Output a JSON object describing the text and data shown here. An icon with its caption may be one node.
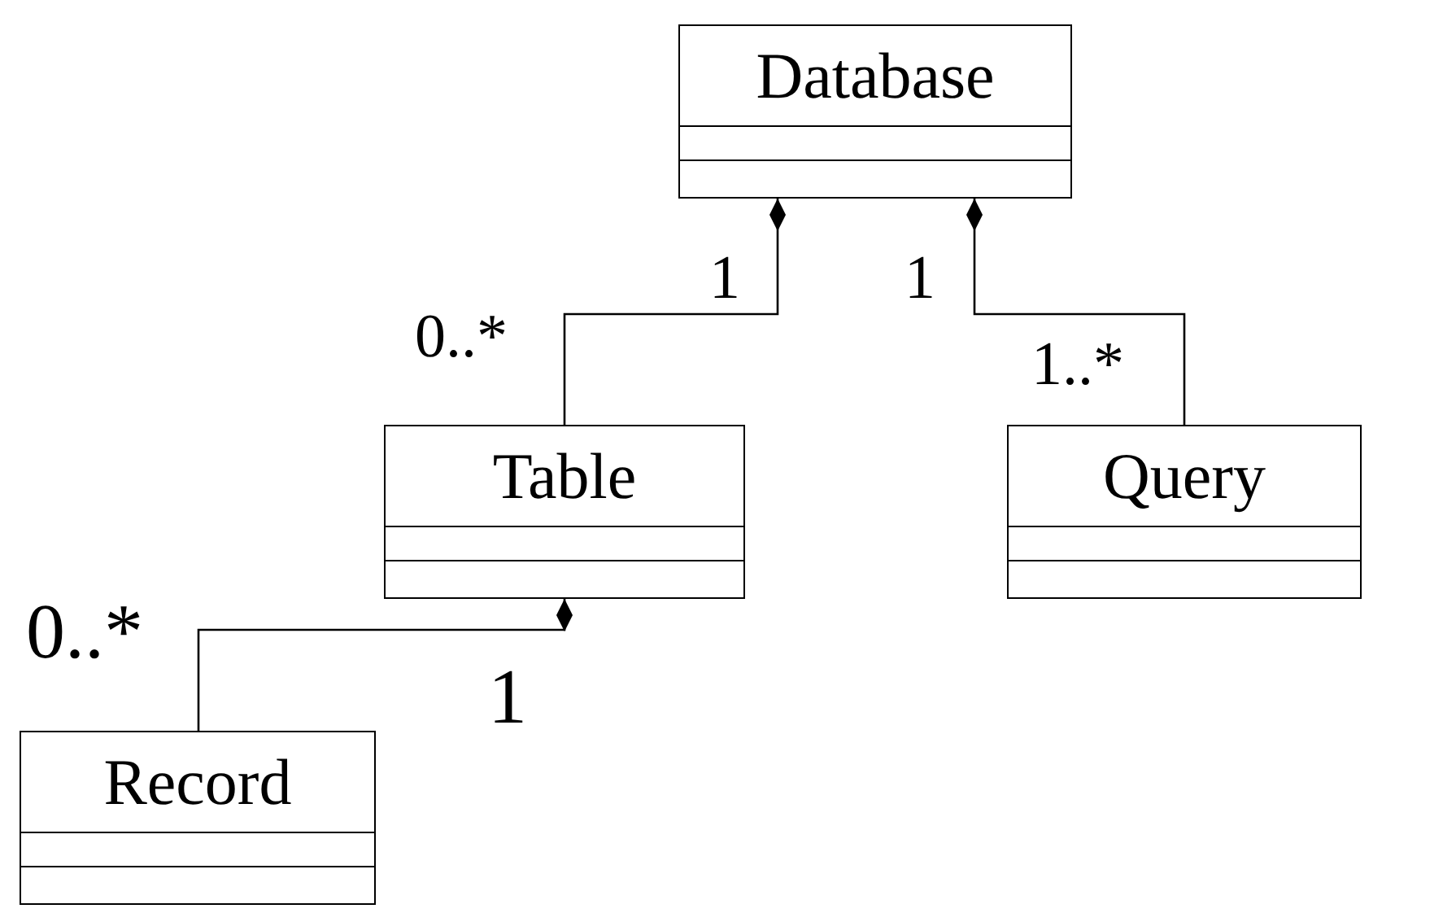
{
  "diagram": {
    "nodes": [
      {
        "text": [
          "Database"
        ]
      },
      {
        "text": [
          "Table"
        ]
      },
      {
        "text": [
          "Query"
        ]
      },
      {
        "text": [
          "Record"
        ]
      }
    ],
    "edges": [
      {
        "from": 0,
        "to": 1,
        "arrow": "other"
      },
      {
        "from": 0,
        "to": 2,
        "arrow": "other"
      },
      {
        "from": 1,
        "to": 3,
        "arrow": "other"
      }
    ],
    "labels": [
      "1",
      "0..*",
      "1",
      "1..*",
      "0..*",
      "1"
    ]
  }
}
